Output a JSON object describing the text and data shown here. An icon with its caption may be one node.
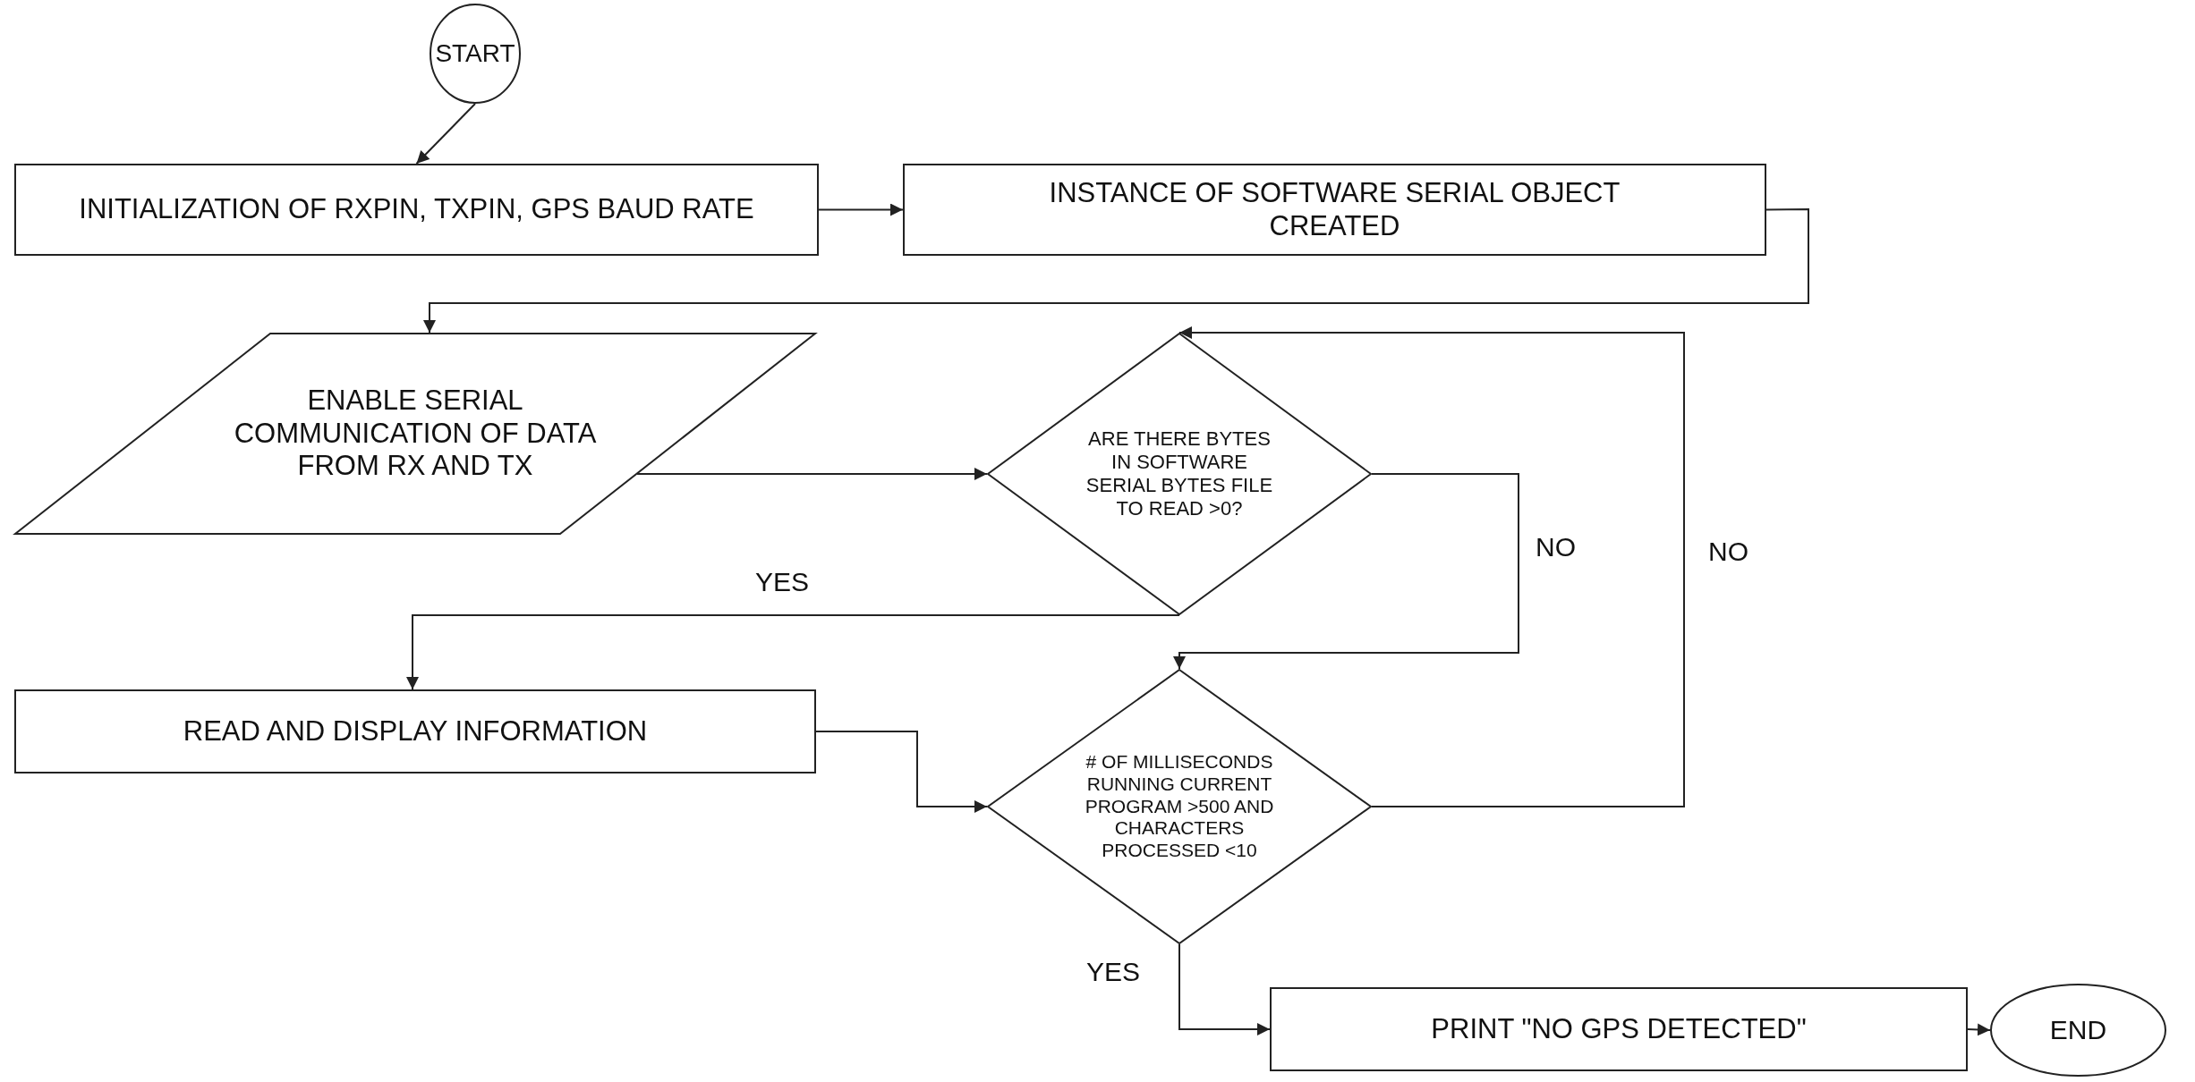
{
  "diagram": {
    "nodes": [
      {
        "text": [
          "START"
        ]
      },
      {
        "text": [
          "INITIALIZATION OF RXPIN, TXPIN, GPS BAUD RATE"
        ]
      },
      {
        "text": [
          "INSTANCE OF SOFTWARE SERIAL OBJECT CREATED"
        ]
      },
      {
        "text": [
          "ENABLE SERIAL COMMUNICATION OF DATA FROM RX AND TX"
        ]
      },
      {
        "text": [
          "ARE THERE BYTES IN SOFTWARE SERIAL BYTES FILE TO READ >0?"
        ]
      },
      {
        "text": [
          "READ AND DISPLAY INFORMATION"
        ]
      },
      {
        "text": [
          "# OF MILLISECONDS RUNNING CURRENT PROGRAM >500 AND CHARACTERS PROCESSED <10"
        ]
      },
      {
        "text": [
          "PRINT \"NO GPS DETECTED\""
        ]
      },
      {
        "text": [
          "END"
        ]
      }
    ],
    "edges": [
      {
        "from": 0,
        "to": 1,
        "arrow": "to"
      },
      {
        "from": 1,
        "to": 2,
        "arrow": "to"
      },
      {
        "from": 2,
        "to": 3,
        "arrow": "to"
      },
      {
        "from": 3,
        "to": 4,
        "arrow": "to"
      },
      {
        "from": 4,
        "to": 5,
        "arrow": "to",
        "label": "YES"
      },
      {
        "from": 4,
        "to": 6,
        "arrow": "to",
        "label": "NO"
      },
      {
        "from": 5,
        "to": 6,
        "arrow": "to"
      },
      {
        "from": 6,
        "to": 4,
        "arrow": "to",
        "label": "NO"
      },
      {
        "from": 6,
        "to": 7,
        "arrow": "to",
        "label": "YES"
      },
      {
        "from": 7,
        "to": 8,
        "arrow": "to"
      }
    ]
  }
}
